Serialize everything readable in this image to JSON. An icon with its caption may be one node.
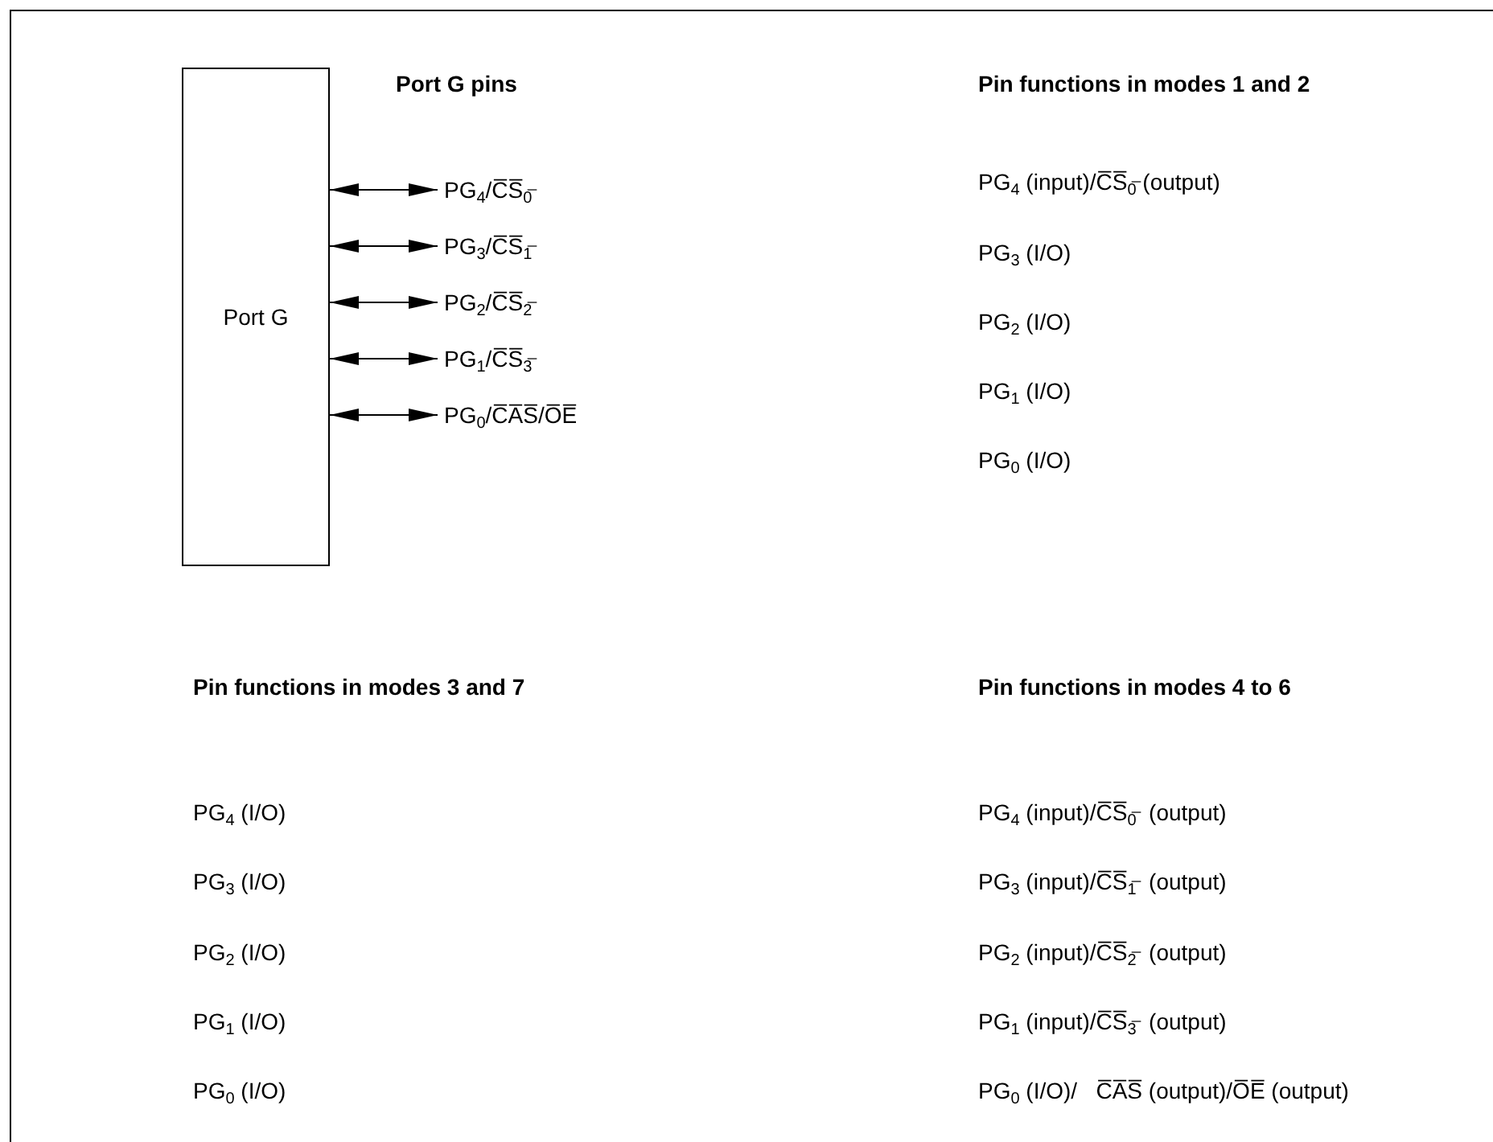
{
  "diagram": {
    "nodes": [
      {
        "text": [
          "Port G"
        ]
      },
      {
        "text": [
          "PG$_{4}$/C̅S̅$_{0̅}$"
        ]
      },
      {
        "text": [
          "PG$_{3}$/C̅S̅$_{1̅}$"
        ]
      },
      {
        "text": [
          "PG$_{2}$/C̅S̅$_{2̅}$"
        ]
      },
      {
        "text": [
          "PG$_{1}$/C̅S̅$_{3̅}$"
        ]
      },
      {
        "text": [
          "PG$_{0}$/C̅A̅S̅/O̅E̅"
        ]
      }
    ],
    "edges": [
      {
        "from": 0,
        "to": 1,
        "arrow": "both"
      },
      {
        "from": 0,
        "to": 2,
        "arrow": "both"
      },
      {
        "from": 0,
        "to": 3,
        "arrow": "both"
      },
      {
        "from": 0,
        "to": 4,
        "arrow": "both"
      },
      {
        "from": 0,
        "to": 5,
        "arrow": "both"
      }
    ],
    "labels": [
      "Port G pins",
      "Pin functions in modes 1 and 2",
      "PG$_{4}$ (input)/C̅S̅$_{0̅}$ (output)",
      "PG$_{3}$ (I/O)",
      "PG$_{2}$ (I/O)",
      "PG$_{1}$ (I/O)",
      "PG$_{0}$ (I/O)",
      "Pin functions in modes 3 and 7",
      "Pin functions in modes 4 to 6",
      "PG$_{4}$ (I/O)",
      "PG$_{4}$ (input)/C̅S̅$_{0̅}$  (output)",
      "PG$_{3}$ (I/O)",
      "PG$_{3}$ (input)/C̅S̅$_{1̅}$  (output)",
      "PG$_{2}$ (I/O)",
      "PG$_{2}$ (input)/C̅S̅$_{2̅}$  (output)",
      "PG$_{1}$ (I/O)",
      "PG$_{1}$ (input)/C̅S̅$_{3̅}$  (output)",
      "PG$_{0}$ (I/O)",
      "PG$_{0}$ (I/O)/   C̅A̅S̅ (output)/O̅E̅ (output)"
    ]
  }
}
